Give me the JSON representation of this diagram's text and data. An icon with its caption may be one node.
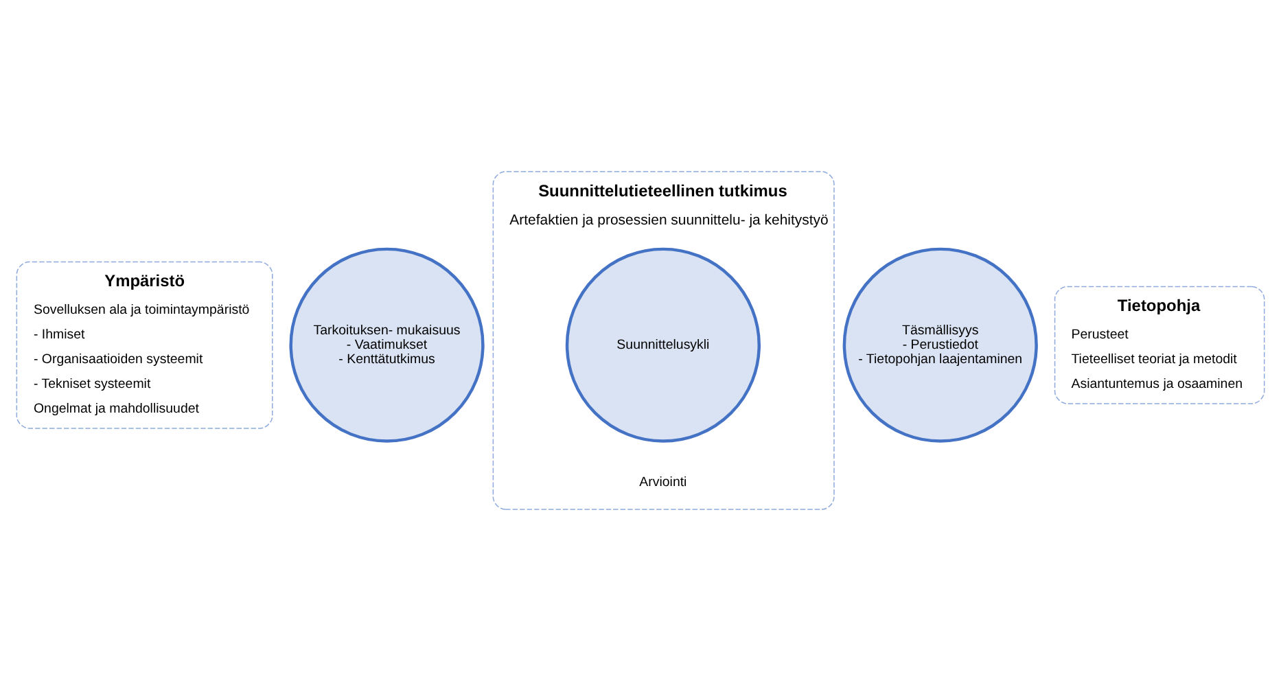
{
  "diagram": {
    "nodes": [
      {
        "text": [
          "Ympäristö",
          "Sovelluksen ala ja toimintaympäristö",
          "- Ihmiset",
          "- Organisaatioiden systeemit",
          "- Tekniset systeemit",
          "Ongelmat ja mahdollisuudet"
        ]
      },
      {
        "text": [
          "Suunnittelutieteellinen tutkimus",
          "Artefaktien ja prosessien suunnittelu- ja kehitystyö",
          "Arviointi"
        ]
      },
      {
        "text": [
          "Tietopohja",
          "Perusteet",
          "Tieteelliset teoriat ja metodit",
          "Asiantuntemus ja osaaminen"
        ]
      },
      {
        "text": [
          "Tarkoituksen- mukaisuus",
          "- Vaatimukset",
          "- Kenttätutkimus"
        ]
      },
      {
        "text": [
          "Suunnittelusykli"
        ],
        "in": 1
      },
      {
        "text": [
          "Täsmällisyys",
          "- Perustiedot",
          "- Tietopohjan laajentaminen"
        ]
      }
    ]
  }
}
